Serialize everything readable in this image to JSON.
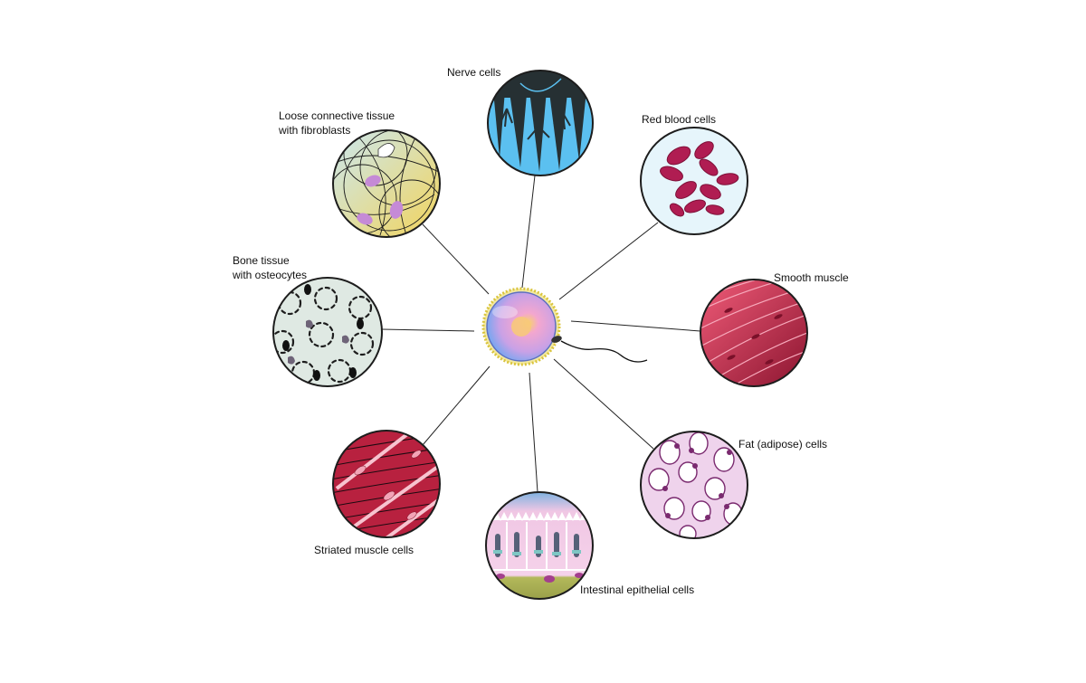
{
  "diagram": {
    "center": {
      "name": "Fertilized egg cell (zygote) with sperm"
    },
    "cell_types": [
      {
        "id": "nerve",
        "label_lines": [
          "Nerve cells"
        ],
        "colors": {
          "bg": "#5bc0f0",
          "fg": "#243033"
        }
      },
      {
        "id": "rbc",
        "label_lines": [
          "Red blood cells"
        ],
        "colors": {
          "bg": "#e4f4fb",
          "fg": "#b01d52"
        }
      },
      {
        "id": "smooth",
        "label_lines": [
          "Smooth muscle"
        ],
        "colors": {
          "bg": "#d63a5c",
          "fg": "#f4a3b6"
        }
      },
      {
        "id": "fat",
        "label_lines": [
          "Fat (adipose) cells"
        ],
        "colors": {
          "bg": "#efd2ec",
          "fg": "#7a2a6f"
        }
      },
      {
        "id": "intestinal",
        "label_lines": [
          "Intestinal epithelial cells"
        ],
        "colors": {
          "bg": "#f5c6e0",
          "fg": "#4a5a6e"
        }
      },
      {
        "id": "striated",
        "label_lines": [
          "Striated muscle cells"
        ],
        "colors": {
          "bg": "#b8213f",
          "fg": "#f7c3cf"
        }
      },
      {
        "id": "bone",
        "label_lines": [
          "Bone tissue",
          "with osteocytes"
        ],
        "colors": {
          "bg": "#dde8e2",
          "fg": "#1d1d1d"
        }
      },
      {
        "id": "connective",
        "label_lines": [
          "Loose connective tissue",
          "with fibroblasts"
        ],
        "colors": {
          "bg": "#cfe6e6",
          "fg": "#c58ad6"
        }
      }
    ]
  }
}
